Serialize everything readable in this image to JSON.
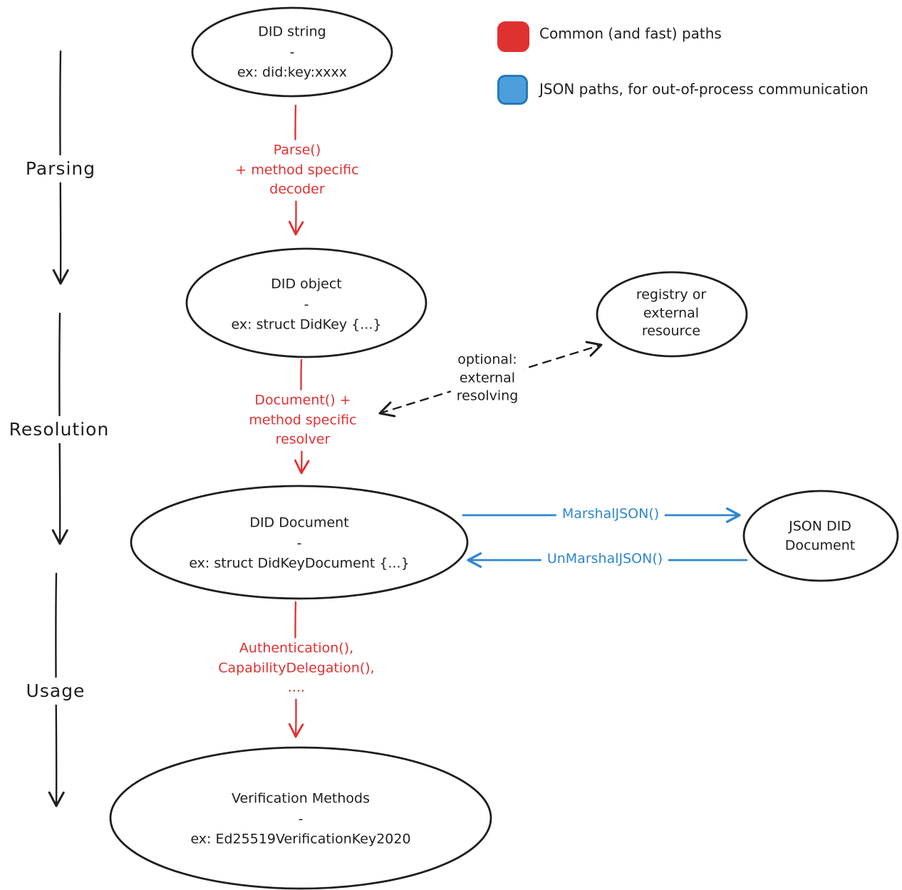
{
  "legend": {
    "items": [
      {
        "label": "Common (and fast) paths",
        "color": "#e03131"
      },
      {
        "label": "JSON paths, for out-of-process communication",
        "color": "#4d9fdc"
      }
    ]
  },
  "stages": [
    {
      "label": "Parsing"
    },
    {
      "label": "Resolution"
    },
    {
      "label": "Usage"
    }
  ],
  "nodes": {
    "did_string": "DID string\n-\nex: did:key:xxxx",
    "did_object": "DID object\n-\nex: struct DidKey {...}",
    "registry": "registry or\nexternal\nresource",
    "did_document": "DID Document\n-\nex: struct DidKeyDocument {...}",
    "json_did_document": "JSON DID\nDocument",
    "verification_methods": "Verification Methods\n-\nex: Ed25519VerificationKey2020"
  },
  "edges": {
    "parse": "Parse()\n+ method specific\ndecoder",
    "resolve": "Document() +\nmethod specific\nresolver",
    "optional_external": "optional:\nexternal\nresolving",
    "marshal": "MarshalJSON()",
    "unmarshal": "UnMarshalJSON()",
    "usage_calls": "Authentication(),\nCapabilityDelegation(),\n...."
  },
  "colors": {
    "ink": "#1e1e1e",
    "red": "#e03131",
    "blue": "#2f86cd",
    "blue_fill": "#4d9fdc",
    "blue_border": "#2678bd"
  }
}
